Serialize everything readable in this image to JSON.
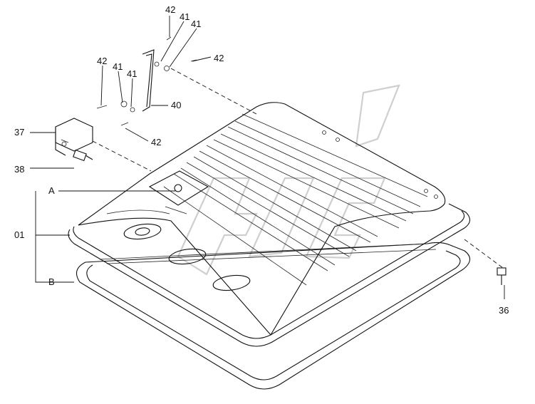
{
  "callouts": {
    "c42a": "42",
    "c41a": "41",
    "c41b": "41",
    "c42b": "42",
    "c42c": "42",
    "c41c": "41",
    "c41d": "41",
    "c40": "40",
    "c42d": "42",
    "c37": "37",
    "c38": "38",
    "cA": "A",
    "c01": "01",
    "cB": "B",
    "c36": "36"
  },
  "colors": {
    "line": "#111111",
    "watermark": "#cfcfcf",
    "background": "#ffffff"
  }
}
